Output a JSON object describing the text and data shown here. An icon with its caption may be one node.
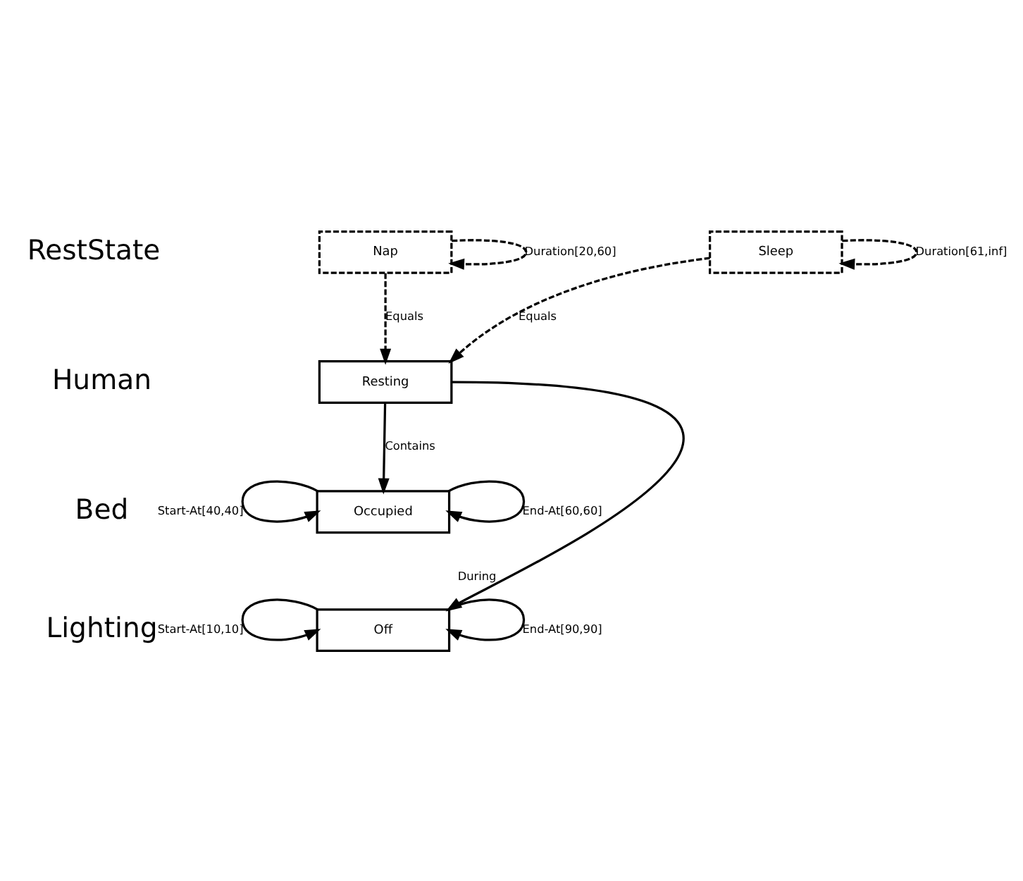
{
  "diagram": {
    "nodes": [
      {
        "text": [
          "Nap"
        ]
      },
      {
        "text": [
          "Sleep"
        ]
      },
      {
        "text": [
          "Resting"
        ]
      },
      {
        "text": [
          "Occupied"
        ]
      },
      {
        "text": [
          "Off"
        ]
      }
    ],
    "edges": [
      {
        "from": 0,
        "to": 0,
        "arrow": "to",
        "label": "Duration[20,60]",
        "style": "dashed"
      },
      {
        "from": 1,
        "to": 1,
        "arrow": "to",
        "label": "Duration[61,inf]",
        "style": "dashed"
      },
      {
        "from": 0,
        "to": 2,
        "arrow": "to",
        "label": "Equals",
        "style": "dashed"
      },
      {
        "from": 1,
        "to": 2,
        "arrow": "to",
        "label": "Equals",
        "style": "dashed"
      },
      {
        "from": 2,
        "to": 3,
        "arrow": "to",
        "label": "Contains"
      },
      {
        "from": 2,
        "to": 4,
        "arrow": "to",
        "label": "During"
      },
      {
        "from": 3,
        "to": 3,
        "arrow": "to",
        "label": "Start-At[40,40]"
      },
      {
        "from": 3,
        "to": 3,
        "arrow": "to",
        "label": "End-At[60,60]"
      },
      {
        "from": 4,
        "to": 4,
        "arrow": "to",
        "label": "Start-At[10,10]"
      },
      {
        "from": 4,
        "to": 4,
        "arrow": "to",
        "label": "End-At[90,90]"
      }
    ],
    "labels": [
      "RestState",
      "Human",
      "Bed",
      "Lighting"
    ]
  }
}
